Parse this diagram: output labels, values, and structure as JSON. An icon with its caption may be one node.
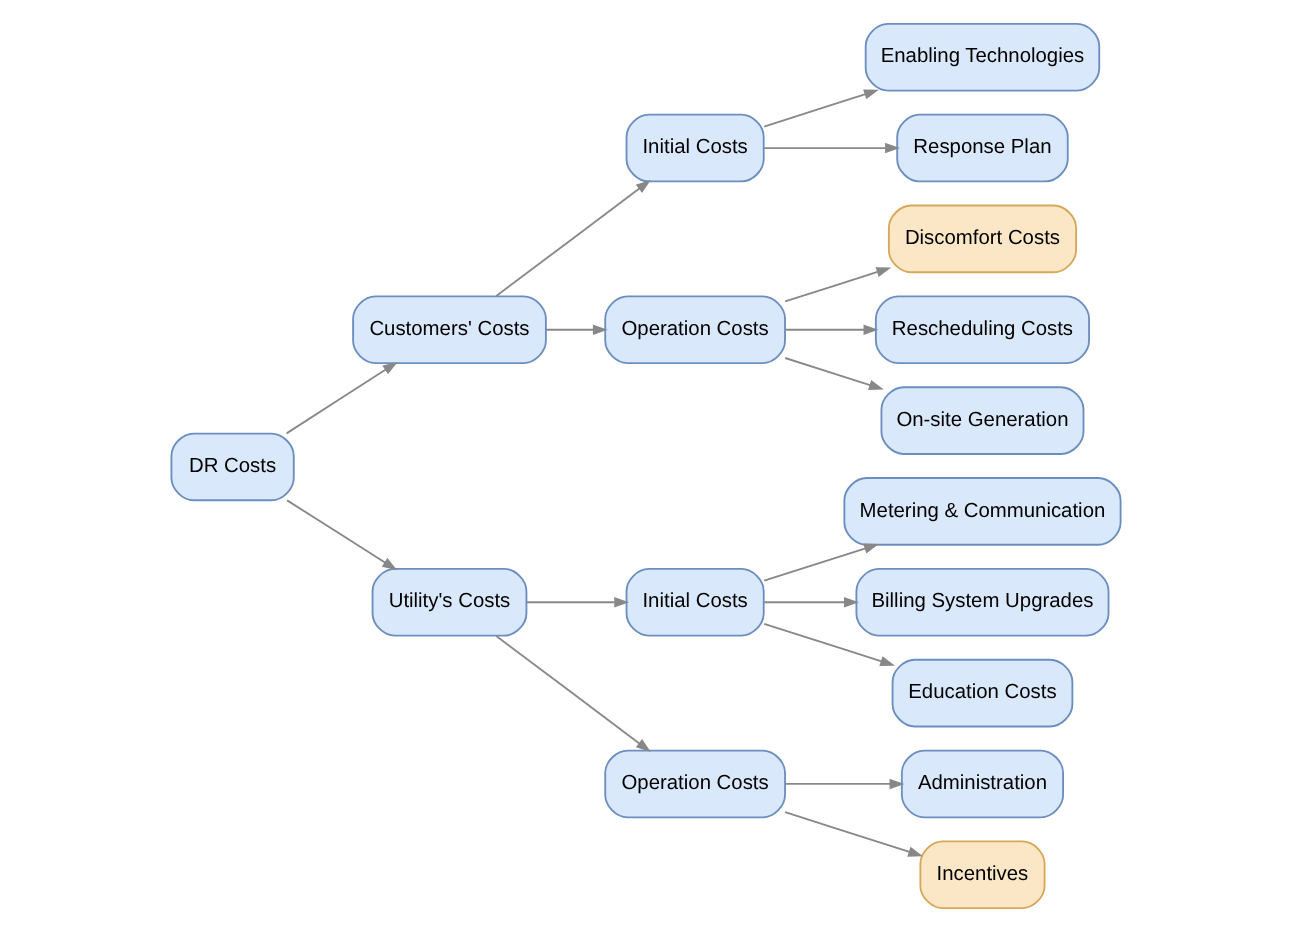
{
  "diagram": {
    "nodes": [
      {
        "text": [
          "DR Costs"
        ]
      },
      {
        "text": [
          "Customers' Costs"
        ]
      },
      {
        "text": [
          "Initial Costs"
        ]
      },
      {
        "text": [
          "Enabling Technologies"
        ]
      },
      {
        "text": [
          "Response Plan"
        ]
      },
      {
        "text": [
          "Operation Costs"
        ]
      },
      {
        "text": [
          "Discomfort Costs"
        ]
      },
      {
        "text": [
          "Rescheduling Costs"
        ]
      },
      {
        "text": [
          "On-site Generation"
        ]
      },
      {
        "text": [
          "Utility's Costs"
        ]
      },
      {
        "text": [
          "Initial Costs"
        ]
      },
      {
        "text": [
          "Metering & Communication"
        ]
      },
      {
        "text": [
          "Billing System Upgrades"
        ]
      },
      {
        "text": [
          "Education Costs"
        ]
      },
      {
        "text": [
          "Operation Costs"
        ]
      },
      {
        "text": [
          "Administration"
        ]
      },
      {
        "text": [
          "Incentives"
        ]
      }
    ],
    "edges": [
      {
        "from": 0,
        "to": 1,
        "arrow": "to"
      },
      {
        "from": 0,
        "to": 9,
        "arrow": "to"
      },
      {
        "from": 1,
        "to": 2,
        "arrow": "to"
      },
      {
        "from": 1,
        "to": 5,
        "arrow": "to"
      },
      {
        "from": 2,
        "to": 3,
        "arrow": "to"
      },
      {
        "from": 2,
        "to": 4,
        "arrow": "to"
      },
      {
        "from": 5,
        "to": 6,
        "arrow": "to"
      },
      {
        "from": 5,
        "to": 7,
        "arrow": "to"
      },
      {
        "from": 5,
        "to": 8,
        "arrow": "to"
      },
      {
        "from": 9,
        "to": 10,
        "arrow": "to"
      },
      {
        "from": 9,
        "to": 14,
        "arrow": "to"
      },
      {
        "from": 10,
        "to": 11,
        "arrow": "to"
      },
      {
        "from": 10,
        "to": 12,
        "arrow": "to"
      },
      {
        "from": 10,
        "to": 13,
        "arrow": "to"
      },
      {
        "from": 14,
        "to": 15,
        "arrow": "to"
      },
      {
        "from": 14,
        "to": 16,
        "arrow": "to"
      }
    ]
  }
}
